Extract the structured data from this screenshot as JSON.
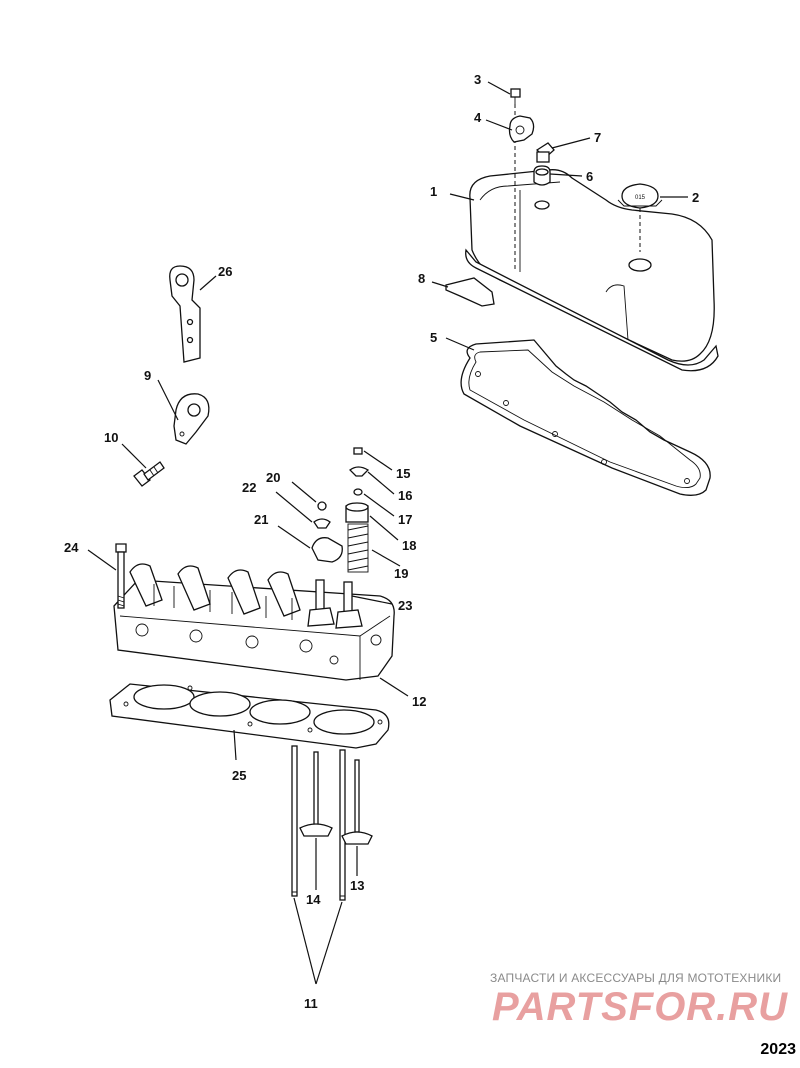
{
  "diagram": {
    "parts": [
      {
        "id": "1",
        "label": "1"
      },
      {
        "id": "2",
        "label": "2"
      },
      {
        "id": "3",
        "label": "3"
      },
      {
        "id": "4",
        "label": "4"
      },
      {
        "id": "5",
        "label": "5"
      },
      {
        "id": "6",
        "label": "6"
      },
      {
        "id": "7",
        "label": "7"
      },
      {
        "id": "8",
        "label": "8"
      },
      {
        "id": "9",
        "label": "9"
      },
      {
        "id": "10",
        "label": "10"
      },
      {
        "id": "11",
        "label": "11"
      },
      {
        "id": "12",
        "label": "12"
      },
      {
        "id": "13",
        "label": "13"
      },
      {
        "id": "14",
        "label": "14"
      },
      {
        "id": "15",
        "label": "15"
      },
      {
        "id": "16",
        "label": "16"
      },
      {
        "id": "17",
        "label": "17"
      },
      {
        "id": "18",
        "label": "18"
      },
      {
        "id": "19",
        "label": "19"
      },
      {
        "id": "20",
        "label": "20"
      },
      {
        "id": "21",
        "label": "21"
      },
      {
        "id": "22",
        "label": "22"
      },
      {
        "id": "23",
        "label": "23"
      },
      {
        "id": "24",
        "label": "24"
      },
      {
        "id": "25",
        "label": "25"
      },
      {
        "id": "26",
        "label": "26"
      }
    ],
    "cap_stamp": "015",
    "reference_code": "2023"
  },
  "watermark": {
    "caption": "ЗАПЧАСТИ И АКСЕССУАРЫ ДЛЯ МОТОТЕХНИКИ",
    "logo_text": "PARTSFOR.RU",
    "color": "#e8a0a0"
  }
}
